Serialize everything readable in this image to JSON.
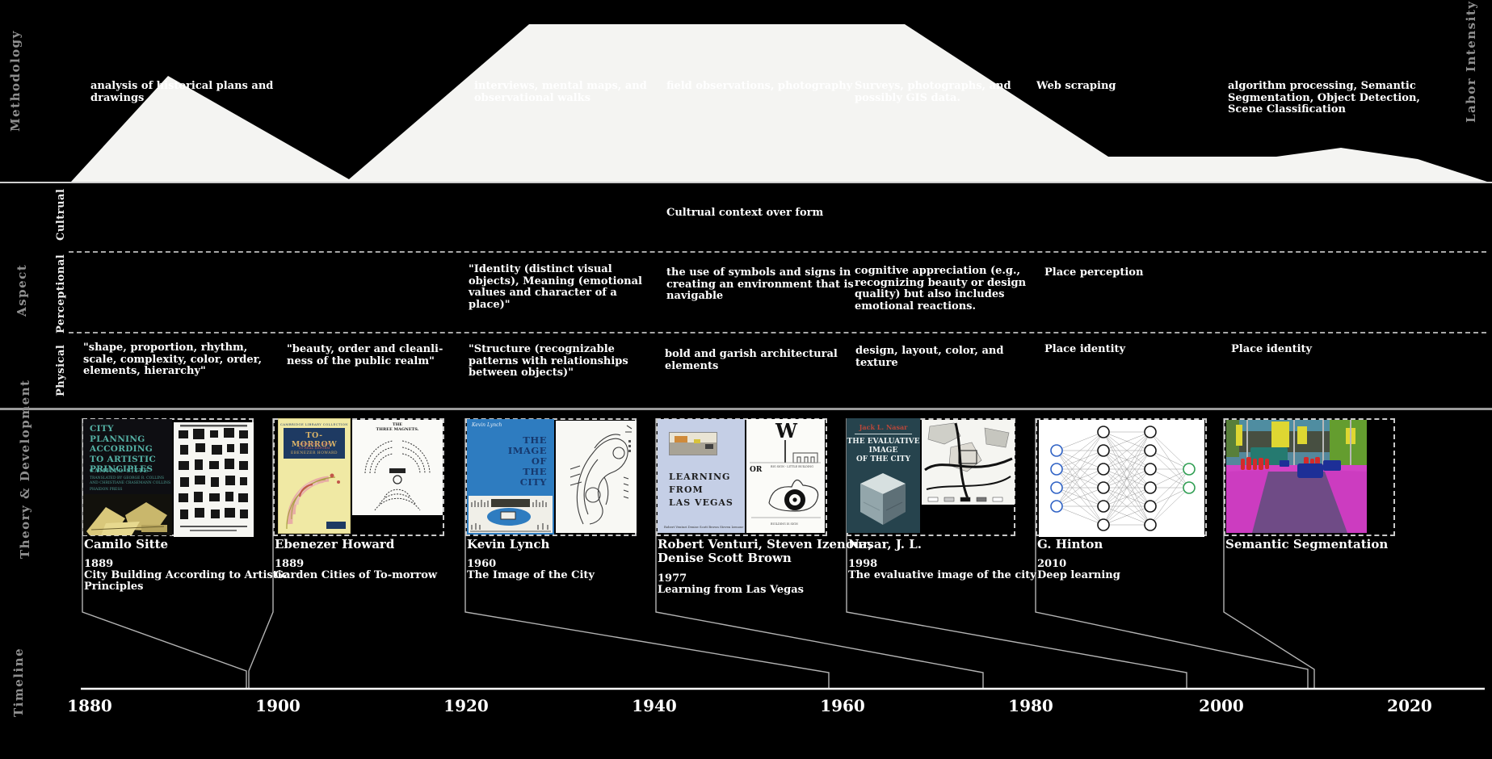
{
  "section_labels": {
    "methodology": "Methodology",
    "labor_intensity": "Labor Intensity",
    "aspect": "Aspect",
    "theory": "Theory & Development",
    "timeline": "Timeline"
  },
  "aspect_rows": {
    "cultural_label": "Cultrual",
    "perceptional_label": "Perceptional",
    "physical_label": "Physical"
  },
  "methodology_notes": {
    "historical": "analysis of historical plans and\ndrawings",
    "interviews": "interviews, mental maps, and\nobservational walks",
    "field": "field observations, photography",
    "surveys": "Surveys, photographs, and\npossibly GIS data.",
    "web": "Web scraping",
    "algorithm": "algorithm processing, Semantic\nSegmentation, Object Detection,\nScene Classification"
  },
  "cultural_notes": {
    "context": "Cultrual context over form"
  },
  "perceptional_notes": {
    "identity": "\"Identity (distinct visual\nobjects), Meaning (emotional\nvalues and character of a\nplace)\"",
    "symbols": "the use of symbols and signs in\ncreating an environment that is\nnavigable",
    "cognitive": "cognitive appreciation (e.g.,\nrecognizing beauty or design\nquality) but also includes\nemotional reactions.",
    "place_perception": "Place perception"
  },
  "physical_notes": {
    "shape": "\"shape, proportion, rhythm,\nscale, complexity, color, order,\nelements, hierarchy\"",
    "beauty": "\"beauty, order and cleanli-\nness of the public realm\"",
    "structure": "\"Structure (recognizable\npatterns with relationships\nbetween objects)\"",
    "bold": "bold and garish architectural\nelements",
    "design": "design, layout, color, and\ntexture",
    "place_identity_1": "Place identity",
    "place_identity_2": "Place identity"
  },
  "books": [
    {
      "author": "Camilo Sitte",
      "year": "1889",
      "title": "City Building According to Artistic\nPrinciples",
      "cover": {
        "title": "CITY PLANNING\nACCORDING\nTO ARTISTIC\nPRINCIPLES",
        "author": "CAMILLO SITTE",
        "translator": "TRANSLATED BY GEORGE R. COLLINS\nAND CHRISTIANE CRASEMANN COLLINS",
        "publisher": "PHAIDON PRESS"
      }
    },
    {
      "author": "Ebenezer Howard",
      "year": "1889",
      "title": "Garden Cities of To-morrow",
      "cover": {
        "series": "CAMBRIDGE LIBRARY COLLECTION",
        "band_title": "TO-MORROW",
        "subtitle": "A PEACEFUL PATH\nTO REAL REFORM",
        "author": "EBENEZER HOWARD",
        "right_title": "THE\nTHREE MAGNETS."
      }
    },
    {
      "author": "Kevin Lynch",
      "year": "1960",
      "title": "The Image of the City",
      "cover": {
        "author": "Kevin Lynch",
        "title": "THE\nIMAGE\nOF\nTHE\nCITY"
      }
    },
    {
      "author": "Robert Venturi, Steven Izenour,\nDenise Scott Brown",
      "year": "1977",
      "title": "Learning from Las Vegas",
      "cover": {
        "title": "LEARNING\nFROM\nLAS VEGAS",
        "w": "W",
        "or": "OR",
        "caption_top": "BIG SIGN - LITTLE BUILDING",
        "caption_bottom": "BUILDING IS SIGN",
        "authors_line": "Robert Venturi   Denise Scott Brown   Steven Izenour"
      }
    },
    {
      "author": "Nasar, J. L.",
      "year": "1998",
      "title": "The evaluative image of the city",
      "cover": {
        "author": "Jack L. Nasar",
        "title": "THE EVALUATIVE\nIMAGE\nOF THE CITY"
      }
    },
    {
      "author": "G. Hinton",
      "year": "2010",
      "title": "Deep learning",
      "cover": {}
    },
    {
      "author": "Semantic Segmentation",
      "year": "",
      "title": "",
      "cover": {}
    }
  ],
  "timeline": {
    "years": [
      "1880",
      "1900",
      "1920",
      "1940",
      "1960",
      "1980",
      "2000",
      "2020"
    ]
  },
  "colors": {
    "background": "#000000",
    "mountain": "#f4f4f2",
    "label_gray": "#8f8f8f",
    "axis_white": "#ffffff",
    "book1_teal": "#54b0a4",
    "book2_yellow": "#f0e9a4",
    "book2_navy": "#1e3a62",
    "book3_blue": "#2e7cc0",
    "book4_lavender": "#c5cfe6",
    "book5_slate": "#26434d",
    "nn_blue": "#2f62c5",
    "nn_green": "#2f9e52",
    "seg_magenta": "#cc3cc0",
    "seg_purple": "#6f4b86"
  }
}
